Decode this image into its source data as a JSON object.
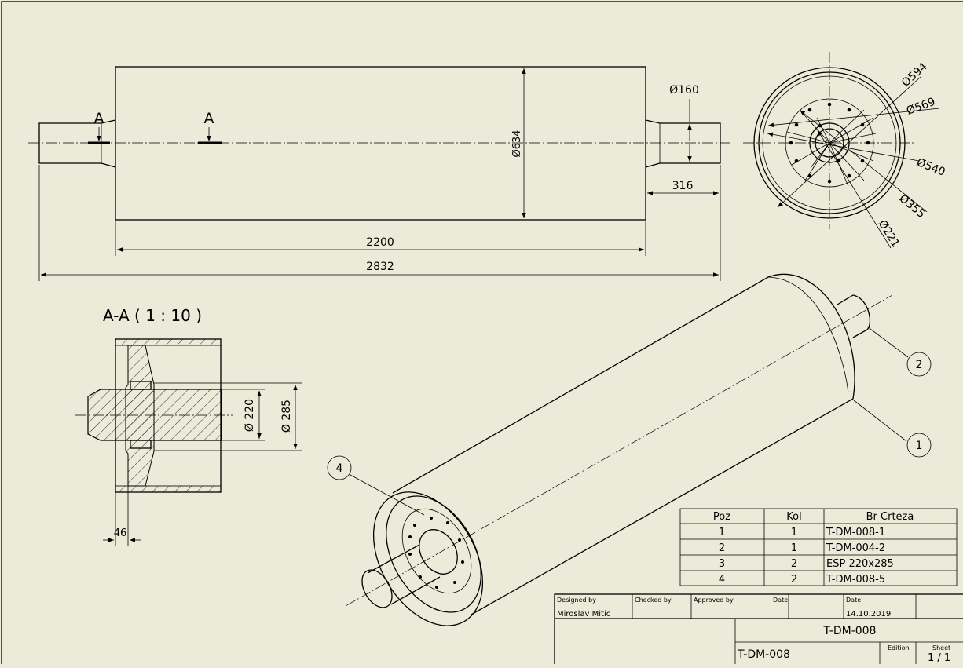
{
  "colors": {
    "paper": "#ecebd9",
    "ink": "#000000"
  },
  "front_view": {
    "dims": {
      "total_length": "2832",
      "drum_length": "2200",
      "drum_diameter": "Ø634",
      "shaft_diameter": "Ø160",
      "shaft_length": "316"
    },
    "section_marks": {
      "left": "A",
      "right": "A"
    }
  },
  "end_view": {
    "dims": {
      "d594": "Ø594",
      "d569": "Ø569",
      "d540": "Ø540",
      "d355": "Ø355",
      "d221": "Ø221"
    }
  },
  "section_view": {
    "title": "A-A ( 1 : 10 )",
    "dims": {
      "d220": "Ø 220",
      "d285": "Ø 285",
      "width": "46"
    }
  },
  "balloons": {
    "b1": "1",
    "b2": "2",
    "b4": "4"
  },
  "parts_list": {
    "headers": [
      "Poz",
      "Kol",
      "Br Crteza"
    ],
    "rows": [
      [
        "1",
        "1",
        "T-DM-008-1"
      ],
      [
        "2",
        "1",
        "T-DM-004-2"
      ],
      [
        "3",
        "2",
        "ESP 220x285"
      ],
      [
        "4",
        "2",
        "T-DM-008-5"
      ]
    ]
  },
  "title_block": {
    "designed_by_label": "Designed by",
    "designed_by": "Miroslav Mitic",
    "checked_by_label": "Checked by",
    "approved_by_label": "Approved by",
    "date_label_1": "Date",
    "date_label_2": "Date",
    "date": "14.10.2019",
    "title": "T-DM-008",
    "drawing_number": "T-DM-008",
    "edition_label": "Edition",
    "sheet_label": "Sheet",
    "sheet": "1 / 1"
  }
}
